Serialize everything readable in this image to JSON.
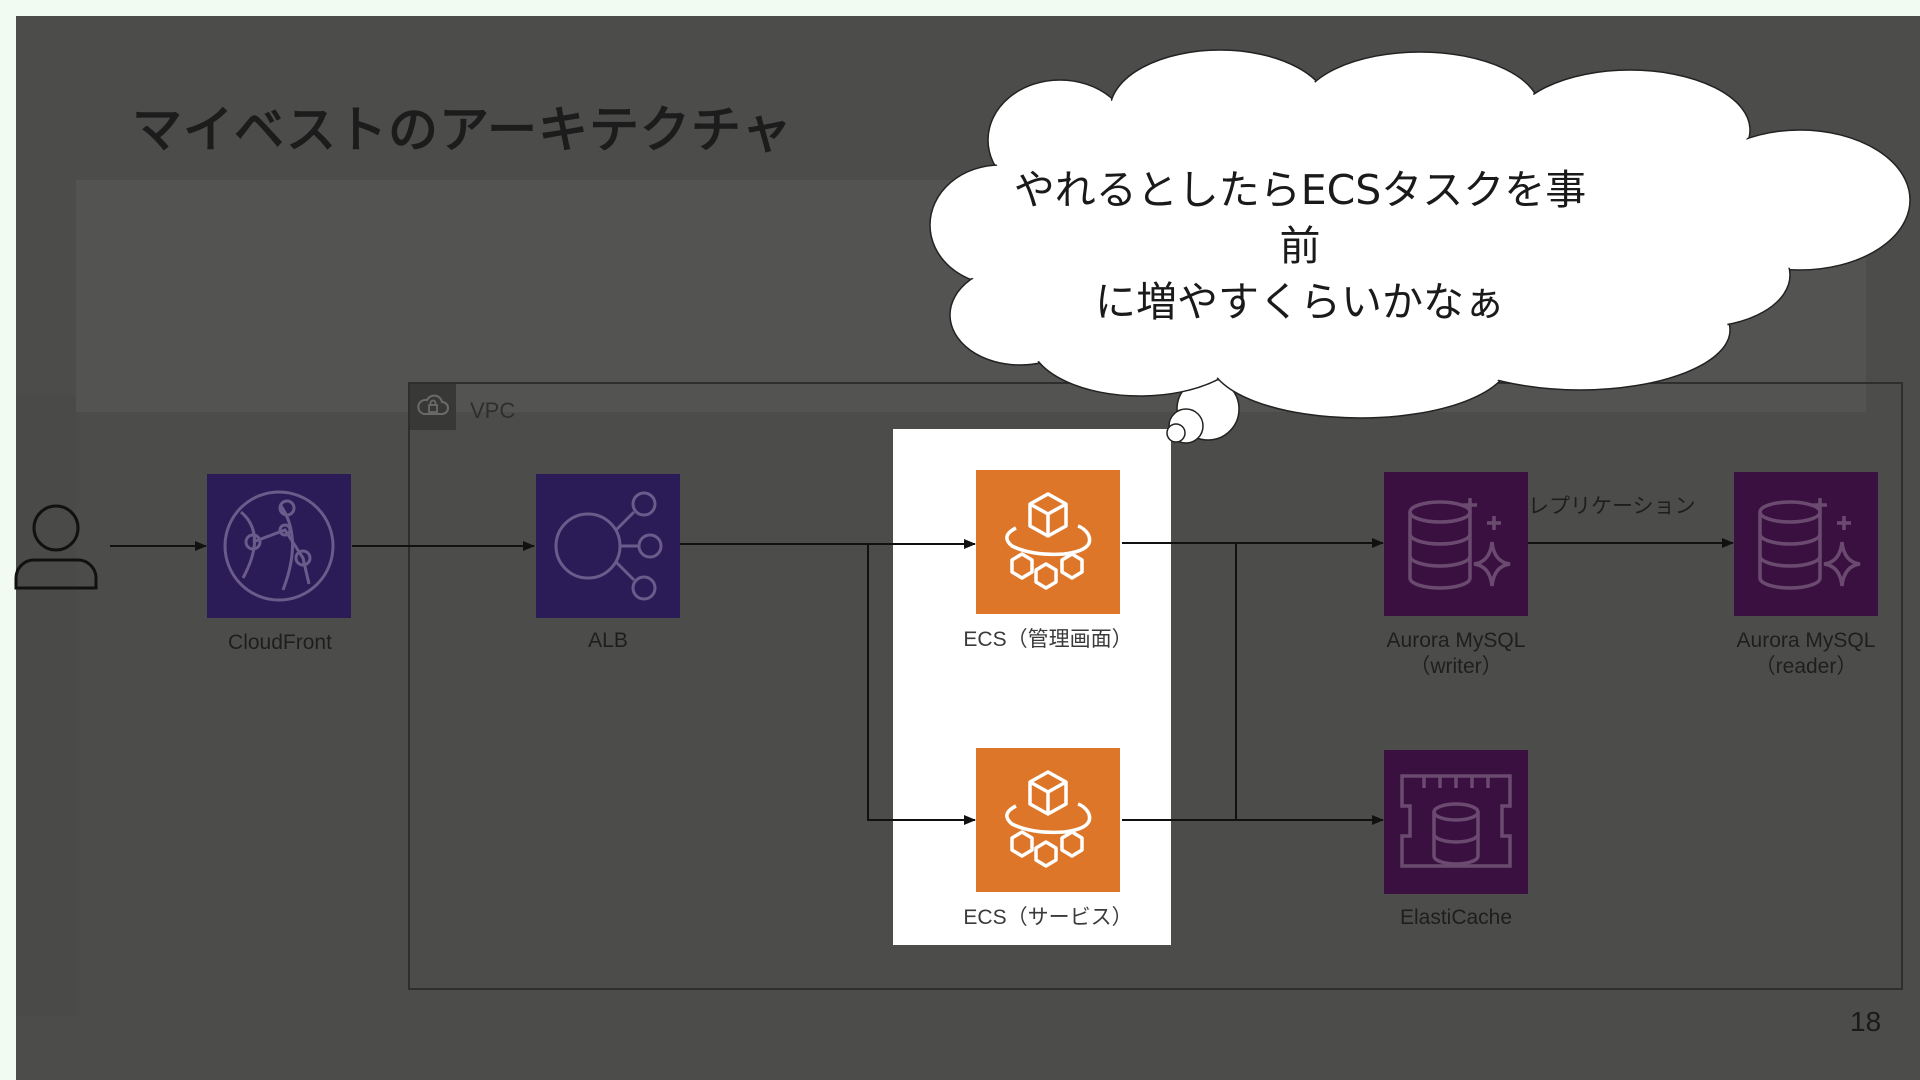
{
  "slide": {
    "title": "マイベストのアーキテクチャ",
    "page_number": "18"
  },
  "vpc": {
    "label": "VPC"
  },
  "nodes": {
    "user": {
      "icon": "user-icon"
    },
    "cloudfront": {
      "label": "CloudFront",
      "icon": "cloudfront-icon",
      "color": "#2b1b57"
    },
    "alb": {
      "label": "ALB",
      "icon": "alb-icon",
      "color": "#2b1b57"
    },
    "ecs_admin": {
      "label": "ECS（管理画面）",
      "icon": "ecs-icon",
      "color": "#dd7629"
    },
    "ecs_service": {
      "label": "ECS（サービス）",
      "icon": "ecs-icon",
      "color": "#dd7629"
    },
    "aurora_writer": {
      "label": "Aurora MySQL\n（writer）",
      "icon": "aurora-icon",
      "color": "#3a1040"
    },
    "aurora_reader": {
      "label": "Aurora MySQL\n（reader）",
      "icon": "aurora-icon",
      "color": "#3a1040"
    },
    "elasticache": {
      "label": "ElastiCache",
      "icon": "elasticache-icon",
      "color": "#3a1040"
    }
  },
  "replication_label": "レプリケーション",
  "thought_bubble": {
    "text_line1": "やれるとしたらECSタスクを事前",
    "text_line2": "に増やすくらいかなぁ"
  }
}
